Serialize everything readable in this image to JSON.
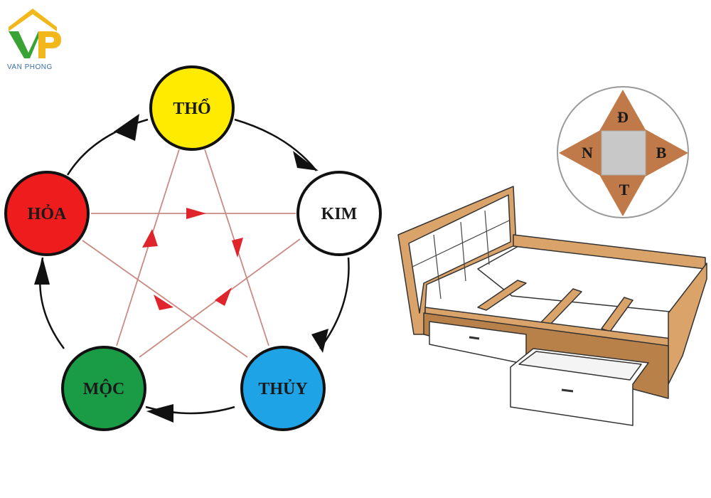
{
  "brand": {
    "name": "VAN PHONG",
    "logo_colors": {
      "v": "#3aa335",
      "p": "#f2b81b",
      "text": "#3a6ea8"
    }
  },
  "elements": [
    {
      "id": "tho",
      "label": "THỔ",
      "color": "#ffeb00",
      "text_color": "#1a1a1a"
    },
    {
      "id": "kim",
      "label": "KIM",
      "color": "#ffffff",
      "text_color": "#1a1a1a"
    },
    {
      "id": "thuy",
      "label": "THỦY",
      "color": "#1ea4e6",
      "text_color": "#1a1a1a"
    },
    {
      "id": "moc",
      "label": "MỘC",
      "color": "#1a9b46",
      "text_color": "#1a1a1a"
    },
    {
      "id": "hoa",
      "label": "HỎA",
      "color": "#ee1c1c",
      "text_color": "#1a1a1a"
    }
  ],
  "cycle_colors": {
    "generating": "#111111",
    "controlling": "#c98b84",
    "controlling_arrow": "#e0242c"
  },
  "compass": {
    "north": "Đ",
    "west": "N",
    "east": "B",
    "south": "T",
    "colors": {
      "point": "#c07a4a",
      "center": "#c8c8c8"
    }
  },
  "bed_colors": {
    "wood": "#d9a36a",
    "wood_dark": "#b8814a",
    "line": "#333333",
    "drawer": "#ffffff"
  }
}
